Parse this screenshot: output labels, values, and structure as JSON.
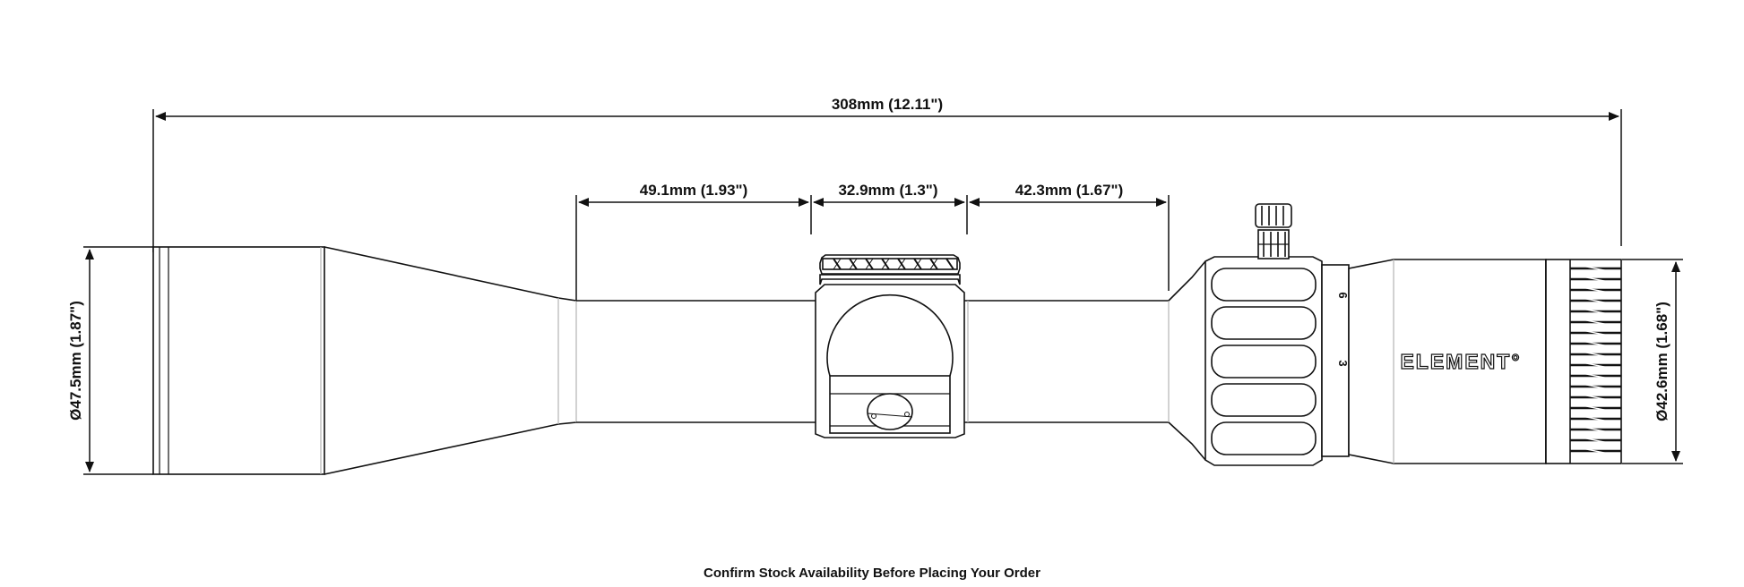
{
  "dimensions": {
    "overall_length": "308mm  (12.11\")",
    "objective_to_turret_section": "49.1mm  (1.93\")",
    "turret_housing": "32.9mm  (1.3\")",
    "turret_to_power_ring": "42.3mm  (1.67\")",
    "objective_diameter": "Ø47.5mm  (1.87\")",
    "eyepiece_diameter": "Ø42.6mm  (1.68\")"
  },
  "magnification_marks": {
    "high": "6",
    "low": "3"
  },
  "brand": "ELEMENT°",
  "footer": "Confirm Stock Availability Before Placing Your Order",
  "colors": {
    "line": "#111111",
    "light_line": "#b5b5b5",
    "background": "#ffffff"
  }
}
